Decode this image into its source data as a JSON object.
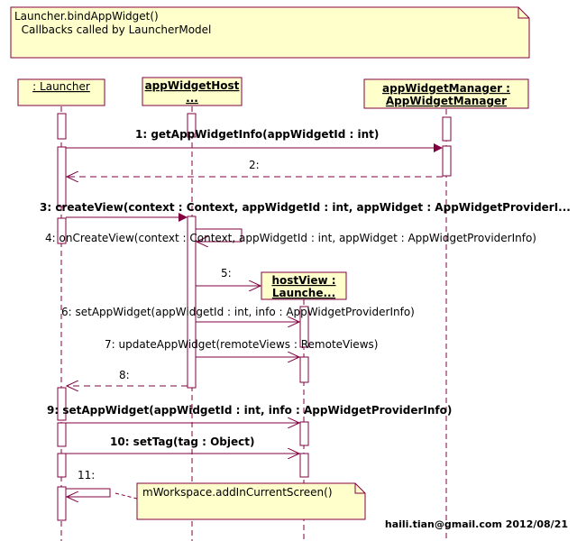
{
  "note_top": {
    "line1": "Launcher.bindAppWidget()",
    "line2": "  Callbacks called by LauncherModel"
  },
  "lifelines": {
    "launcher": ": Launcher",
    "host_line1": "appWidgetHost",
    "host_line2": "...",
    "manager_line1": "appWidgetManager :",
    "manager_line2": "AppWidgetManager",
    "hostview_line1": "hostView :",
    "hostview_line2": "Launche..."
  },
  "messages": {
    "m1": "1: getAppWidgetInfo(appWidgetId : int)",
    "m2": "2:",
    "m3": "3: createView(context : Context, appWidgetId : int, appWidget : AppWidgetProviderI...",
    "m4": "4: onCreateView(context : Context, appWidgetId : int, appWidget : AppWidgetProviderInfo)",
    "m5": "5:",
    "m6": "6: setAppWidget(appWidgetId : int, info : AppWidgetProviderInfo)",
    "m7": "7: updateAppWidget(remoteViews : RemoteViews)",
    "m8": "8:",
    "m9": "9: setAppWidget(appWidgetId : int, info : AppWidgetProviderInfo)",
    "m10": "10: setTag(tag : Object)",
    "m11": "11:"
  },
  "note_bottom": "mWorkspace.addInCurrentScreen()",
  "footer": "haili.tian@gmail.com 2012/08/21",
  "colors": {
    "line": "#800040",
    "note_fill": "#ffffcc",
    "arrow_fill": "#800040"
  }
}
